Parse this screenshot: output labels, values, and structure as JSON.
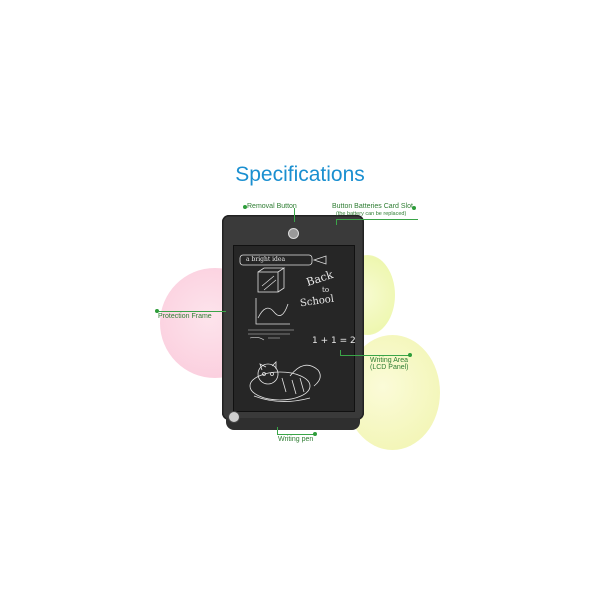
{
  "title": "Specifications",
  "callouts": {
    "removal_button": "Removal Button",
    "battery_slot": "Button Batteries Card Slot",
    "battery_note": "(the battery can be replaced)",
    "protection_frame": "Protection Frame",
    "writing_area_line1": "Writing Area",
    "writing_area_line2": "(LCD Panel)",
    "writing_pen": "Writing pen"
  },
  "screen_doodles": {
    "banner": "a bright idea",
    "back_to_school_1": "Back",
    "back_to_school_2": "to",
    "back_to_school_3": "School",
    "equation": "1 + 1 = 2"
  },
  "colors": {
    "title": "#1a8fd0",
    "callout_text": "#2e7d32",
    "callout_line": "#3aa548",
    "tablet_body": "#3a3a3a",
    "screen": "#262626"
  },
  "icons": [
    "trash-icon",
    "pencil-icon",
    "tiger-drawing-icon"
  ]
}
